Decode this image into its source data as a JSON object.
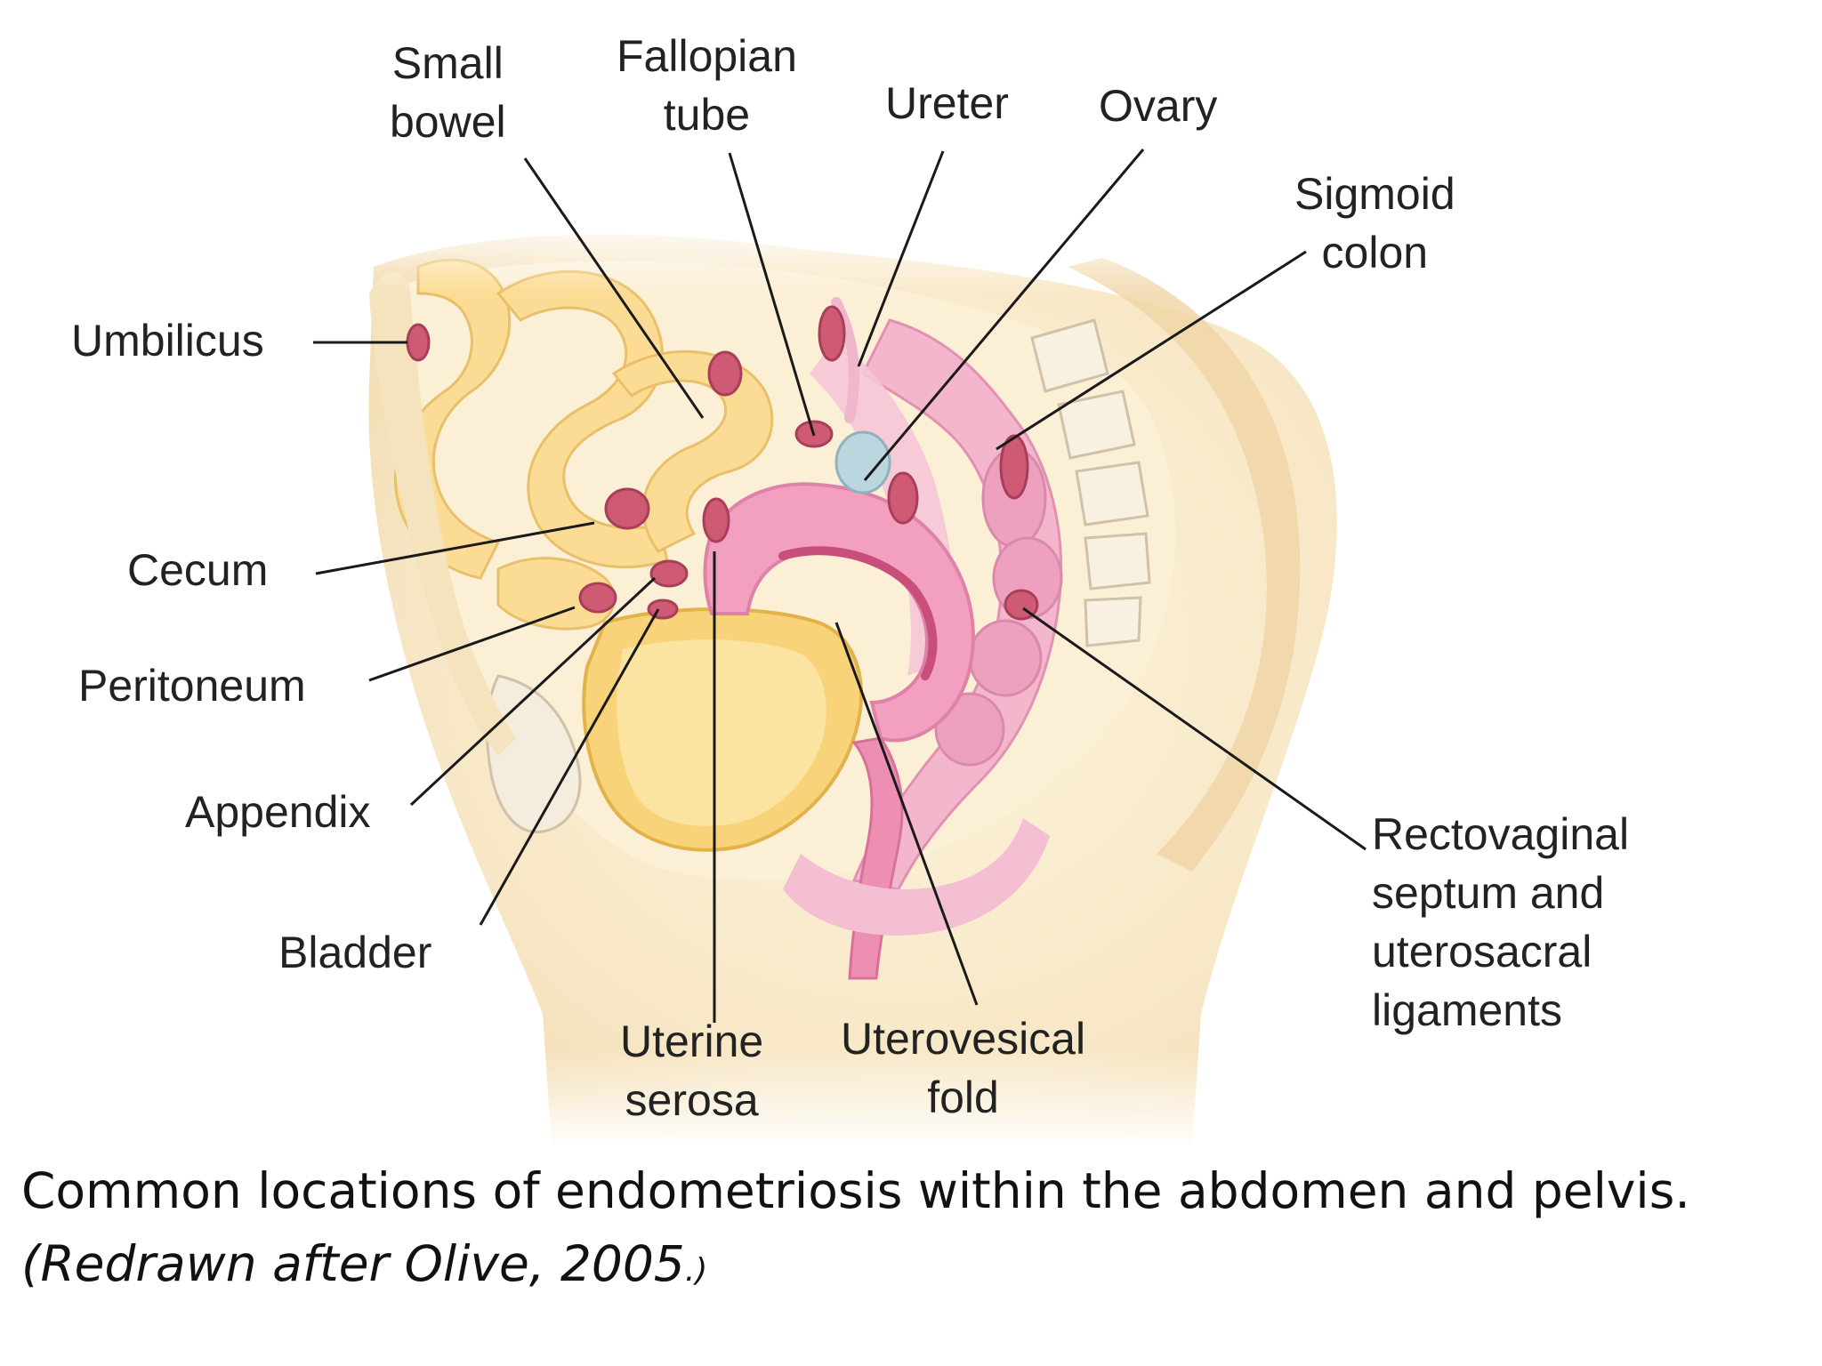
{
  "labels": {
    "small_bowel": [
      "Small",
      "bowel"
    ],
    "fallopian_tube": [
      "Fallopian",
      "tube"
    ],
    "ureter": "Ureter",
    "ovary": "Ovary",
    "sigmoid_colon": [
      "Sigmoid",
      "colon"
    ],
    "umbilicus": "Umbilicus",
    "cecum": "Cecum",
    "peritoneum": "Peritoneum",
    "appendix": "Appendix",
    "bladder": "Bladder",
    "uterine_serosa": [
      "Uterine",
      "serosa"
    ],
    "uterovesical_fold": [
      "Uterovesical",
      "fold"
    ],
    "rectovaginal": [
      "Rectovaginal",
      "septum and",
      "uterosacral",
      "ligaments"
    ]
  },
  "caption": {
    "line1": "Common locations of endometriosis within the abdomen and pelvis.",
    "line2": "(Redrawn after Olive, 2005",
    "line2_end": ".)"
  },
  "colors": {
    "skin": "#f6e6c4",
    "bowel": "#fbdb94",
    "uterus": "#f2a9c6",
    "lesion": "#cf5a74",
    "ovary": "#bcd6df",
    "leader_line": "#1a1a1a"
  }
}
